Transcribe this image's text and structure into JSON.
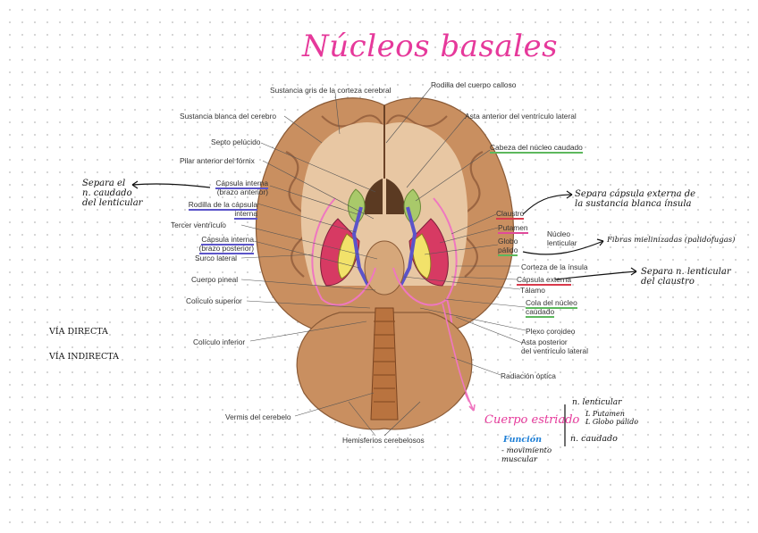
{
  "title": "Núcleos basales",
  "labels": {
    "sustancia_gris": "Sustancia gris de la corteza cerebral",
    "rodilla_calloso": "Rodilla del cuerpo calloso",
    "sustancia_blanca": "Sustancia blanca del cerebro",
    "asta_anterior": "Asta anterior del ventrículo lateral",
    "septo": "Septo pelúcido",
    "cabeza_caudado": "Cabeza del núcleo caudado",
    "pilar_fornix": "Pilar anterior del fórnix",
    "capsula_brazo_anterior_1": "Cápsula interna",
    "capsula_brazo_anterior_2": "(brazo anterior)",
    "rodilla_capsula_1": "Rodilla de la cápsula",
    "rodilla_capsula_2": "interna",
    "tercer_ventriculo": "Tercer ventrículo",
    "capsula_brazo_posterior_1": "Cápsula interna",
    "capsula_brazo_posterior_2": "(brazo posterior)",
    "surco_lateral": "Surco lateral",
    "claustro": "Claustro",
    "putamen": "Putamen",
    "globo_1": "Globo",
    "globo_2": "pálido",
    "nucleo_lenticular_1": "Núcleo",
    "nucleo_lenticular_2": "lenticular",
    "corteza_insula": "Corteza de la ínsula",
    "capsula_externa": "Cápsula externa",
    "talamo": "Tálamo",
    "cuerpo_pineal": "Cuerpo pineal",
    "coliculo_superior": "Colículo superior",
    "cola_caudado_1": "Cola del núcleo",
    "cola_caudado_2": "caudado",
    "plexo": "Plexo coroideo",
    "asta_posterior_1": "Asta posterior",
    "asta_posterior_2": "del ventrículo lateral",
    "coliculo_inferior": "Colículo inferior",
    "radiacion": "Radiación óptica",
    "vermis": "Vermis del cerebelo",
    "hemisferios": "Hemisferios cerebelosos"
  },
  "notes": {
    "separa_1": "Separa el",
    "separa_2": "n. caudado",
    "separa_3": "del lenticular",
    "claustro_1": "Separa cápsula externa de",
    "claustro_2": "la sustancia blanca ínsula",
    "fibras": "Fibras mielinizadas (palidofugas)",
    "lent_1": "Separa n. lenticular",
    "lent_2": "del claustro",
    "via_directa": "VÍA DIRECTA",
    "via_indirecta": "VÍA INDIRECTA",
    "cuerpo_estriado": "Cuerpo estriado",
    "funcion": "Función",
    "mov_1": "- movimiento",
    "mov_2": "muscular",
    "n_lenticular": "n. lenticular",
    "putamen": "L Putamen",
    "globo": "L Globo pálido",
    "n_caudado": "n. caudado"
  },
  "colors": {
    "title": "#e6399b",
    "highlight_purple": "#5b54c9",
    "highlight_green": "#5cb85c",
    "highlight_pink": "#e04a9a",
    "highlight_red": "#d9394b",
    "funcion_blue": "#1c7ed6",
    "brain_tissue": "#c48e62"
  }
}
